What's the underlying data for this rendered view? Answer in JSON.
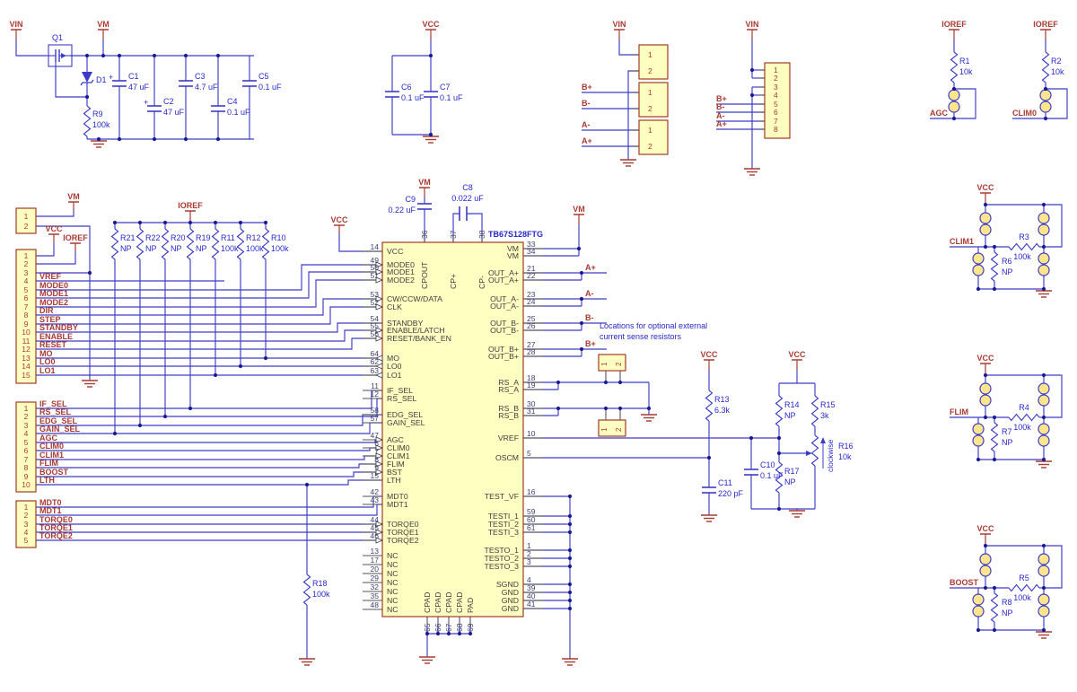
{
  "colors": {
    "wire": "#3c3cc8",
    "stub": "#555555",
    "component_text": "#2828cc",
    "net_text": "#a93a31",
    "ground": "#a93a31",
    "box_fill": "#ffffc2",
    "box_border": "#a03d24",
    "jumper_fill": "#ffe68c",
    "dot": "#1b1b96",
    "pin_number": "#3f3f73",
    "pin_name": "#3d3d3d",
    "background": "#ffffff"
  },
  "title": "TB67S128FTG",
  "note": {
    "line1": "Locations for optional external",
    "line2": "current sense resistors"
  },
  "pot_note": "clockwise",
  "nets": {
    "VIN": "VIN",
    "VM": "VM",
    "VCC": "VCC",
    "IOREF": "IOREF"
  },
  "misc_nets": {
    "AGC": "AGC",
    "CLIM0": "CLIM0",
    "CLIM1": "CLIM1",
    "FLIM": "FLIM",
    "BOOST": "BOOST",
    "VREF": "VREF"
  },
  "ic_out_nets": [
    "A+",
    "A-",
    "B-",
    "B+"
  ],
  "ic": {
    "name": "TB67S128FTG",
    "left_pins": [
      {
        "n": "14",
        "label": "VCC"
      },
      {
        "n": "49",
        "label": "MODE0"
      },
      {
        "n": "50",
        "label": "MODE1"
      },
      {
        "n": "51",
        "label": "MODE2"
      },
      {
        "n": "53",
        "label": "CW/CCW/DATA"
      },
      {
        "n": "52",
        "label": "CLK"
      },
      {
        "n": "54",
        "label": "STANDBY"
      },
      {
        "n": "55",
        "label": "ENABLE/LATCH"
      },
      {
        "n": "56",
        "label": "RESET/BANK_EN"
      },
      {
        "n": "64",
        "label": "MO"
      },
      {
        "n": "62",
        "label": "LO0"
      },
      {
        "n": "63",
        "label": "LO1"
      },
      {
        "n": "11",
        "label": "IF_SEL"
      },
      {
        "n": "12",
        "label": "RS_SEL"
      },
      {
        "n": "58",
        "label": "EDG_SEL"
      },
      {
        "n": "57",
        "label": "GAIN_SEL"
      },
      {
        "n": "47",
        "label": "AGC"
      },
      {
        "n": "6",
        "label": "CLIM0"
      },
      {
        "n": "7",
        "label": "CLIM1"
      },
      {
        "n": "8",
        "label": "FLIM"
      },
      {
        "n": "9",
        "label": "BST"
      },
      {
        "n": "15",
        "label": "LTH"
      },
      {
        "n": "42",
        "label": "MDT0"
      },
      {
        "n": "43",
        "label": "MDT1"
      },
      {
        "n": "44",
        "label": "TORQE0"
      },
      {
        "n": "45",
        "label": "TORQE1"
      },
      {
        "n": "46",
        "label": "TORQE2"
      },
      {
        "n": "13",
        "label": "NC"
      },
      {
        "n": "17",
        "label": "NC"
      },
      {
        "n": "20",
        "label": "NC"
      },
      {
        "n": "29",
        "label": "NC"
      },
      {
        "n": "32",
        "label": "NC"
      },
      {
        "n": "35",
        "label": "NC"
      },
      {
        "n": "48",
        "label": "NC"
      }
    ],
    "right_pins": [
      {
        "n": "33",
        "label": "VM"
      },
      {
        "n": "34",
        "label": "VM"
      },
      {
        "n": "21",
        "label": "OUT_A+"
      },
      {
        "n": "22",
        "label": "OUT_A+"
      },
      {
        "n": "23",
        "label": "OUT_A-"
      },
      {
        "n": "24",
        "label": "OUT_A-"
      },
      {
        "n": "25",
        "label": "OUT_B-"
      },
      {
        "n": "26",
        "label": "OUT_B-"
      },
      {
        "n": "27",
        "label": "OUT_B+"
      },
      {
        "n": "28",
        "label": "OUT_B+"
      },
      {
        "n": "18",
        "label": "RS_A"
      },
      {
        "n": "19",
        "label": "RS_A"
      },
      {
        "n": "30",
        "label": "RS_B"
      },
      {
        "n": "31",
        "label": "RS_B"
      },
      {
        "n": "10",
        "label": "VREF"
      },
      {
        "n": "5",
        "label": "OSCM"
      },
      {
        "n": "16",
        "label": "TEST_VF"
      },
      {
        "n": "59",
        "label": "TESTI_1"
      },
      {
        "n": "60",
        "label": "TESTI_2"
      },
      {
        "n": "61",
        "label": "TESTI_3"
      },
      {
        "n": "1",
        "label": "TESTO_1"
      },
      {
        "n": "2",
        "label": "TESTO_2"
      },
      {
        "n": "3",
        "label": "TESTO_3"
      },
      {
        "n": "4",
        "label": "SGND"
      },
      {
        "n": "39",
        "label": "GND"
      },
      {
        "n": "40",
        "label": "GND"
      },
      {
        "n": "41",
        "label": "GND"
      }
    ],
    "top_pins": [
      {
        "n": "36",
        "label": "CPOUT"
      },
      {
        "n": "37",
        "label": "CP+"
      },
      {
        "n": "38",
        "label": "CP-"
      }
    ],
    "bottom_pins": [
      {
        "n": "65",
        "label": "CPAD"
      },
      {
        "n": "66",
        "label": "CPAD"
      },
      {
        "n": "67",
        "label": "CPAD"
      },
      {
        "n": "68",
        "label": "CPAD"
      },
      {
        "n": "69",
        "label": "PAD"
      }
    ]
  },
  "connectors": {
    "vm_power": {
      "pins": [
        "1",
        "2"
      ]
    },
    "control": {
      "pins": [
        "1",
        "2",
        "3",
        "4",
        "5",
        "6",
        "7",
        "8",
        "9",
        "10",
        "11",
        "12",
        "13",
        "14",
        "15"
      ],
      "nets": [
        "",
        "",
        "",
        "VREF",
        "MODE0",
        "MODE1",
        "MODE2",
        "DIR",
        "STEP",
        "STANDBY",
        "ENABLE",
        "RESET",
        "MO",
        "LO0",
        "LO1"
      ]
    },
    "select": {
      "pins": [
        "1",
        "2",
        "3",
        "4",
        "5",
        "6",
        "7",
        "8",
        "9",
        "10"
      ],
      "nets": [
        "IF_SEL",
        "RS_SEL",
        "EDG_SEL",
        "GAIN_SEL",
        "AGC",
        "CLIM0",
        "CLIM1",
        "FLIM",
        "BOOST",
        "LTH"
      ]
    },
    "torque": {
      "pins": [
        "1",
        "2",
        "3",
        "4",
        "5"
      ],
      "nets": [
        "MDT0",
        "MDT1",
        "TORQE0",
        "TORQE1",
        "TORQE2"
      ]
    },
    "motor_blocks": {
      "pins": [
        "1",
        "2"
      ],
      "side_nets": [
        "B+",
        "B-",
        "A-",
        "A+"
      ]
    },
    "combined": {
      "pins": [
        "1",
        "2",
        "3",
        "4",
        "5",
        "6",
        "7",
        "8"
      ],
      "side_nets": [
        "B+",
        "B-",
        "A-",
        "A+"
      ]
    },
    "sense": {
      "pins": [
        "1",
        "2"
      ]
    }
  },
  "resistors": {
    "R1": {
      "ref": "R1",
      "value": "10k"
    },
    "R2": {
      "ref": "R2",
      "value": "10k"
    },
    "R3": {
      "ref": "R3",
      "value": "100k"
    },
    "R4": {
      "ref": "R4",
      "value": "100k"
    },
    "R5": {
      "ref": "R5",
      "value": "100k"
    },
    "R6": {
      "ref": "R6",
      "value": "NP"
    },
    "R7": {
      "ref": "R7",
      "value": "NP"
    },
    "R8": {
      "ref": "R8",
      "value": "NP"
    },
    "R9": {
      "ref": "R9",
      "value": "100k"
    },
    "R10": {
      "ref": "R10",
      "value": "100k"
    },
    "R11": {
      "ref": "R11",
      "value": "100k"
    },
    "R12": {
      "ref": "R12",
      "value": "100k"
    },
    "R13": {
      "ref": "R13",
      "value": "6.3k"
    },
    "R14": {
      "ref": "R14",
      "value": "NP"
    },
    "R15": {
      "ref": "R15",
      "value": "3k"
    },
    "R16": {
      "ref": "R16",
      "value": "10k"
    },
    "R17": {
      "ref": "R17",
      "value": "NP"
    },
    "R18": {
      "ref": "R18",
      "value": "100k"
    },
    "R19": {
      "ref": "R19",
      "value": "NP"
    },
    "R20": {
      "ref": "R20",
      "value": "NP"
    },
    "R21": {
      "ref": "R21",
      "value": "NP"
    },
    "R22": {
      "ref": "R22",
      "value": "NP"
    }
  },
  "capacitors": {
    "C1": {
      "ref": "C1",
      "value": "47 uF",
      "polarity": "+"
    },
    "C2": {
      "ref": "C2",
      "value": "47 uF",
      "polarity": "+"
    },
    "C3": {
      "ref": "C3",
      "value": "4.7 uF"
    },
    "C4": {
      "ref": "C4",
      "value": "0.1 uF"
    },
    "C5": {
      "ref": "C5",
      "value": "0.1 uF"
    },
    "C6": {
      "ref": "C6",
      "value": "0.1 uF"
    },
    "C7": {
      "ref": "C7",
      "value": "0.1 uF"
    },
    "C8": {
      "ref": "C8",
      "value": "0.022 uF"
    },
    "C9": {
      "ref": "C9",
      "value": "0.22 uF"
    },
    "C10": {
      "ref": "C10",
      "value": "0.1 uF"
    },
    "C11": {
      "ref": "C11",
      "value": "220 pF"
    }
  },
  "semiconductors": {
    "Q1": {
      "ref": "Q1"
    },
    "D1": {
      "ref": "D1"
    }
  }
}
